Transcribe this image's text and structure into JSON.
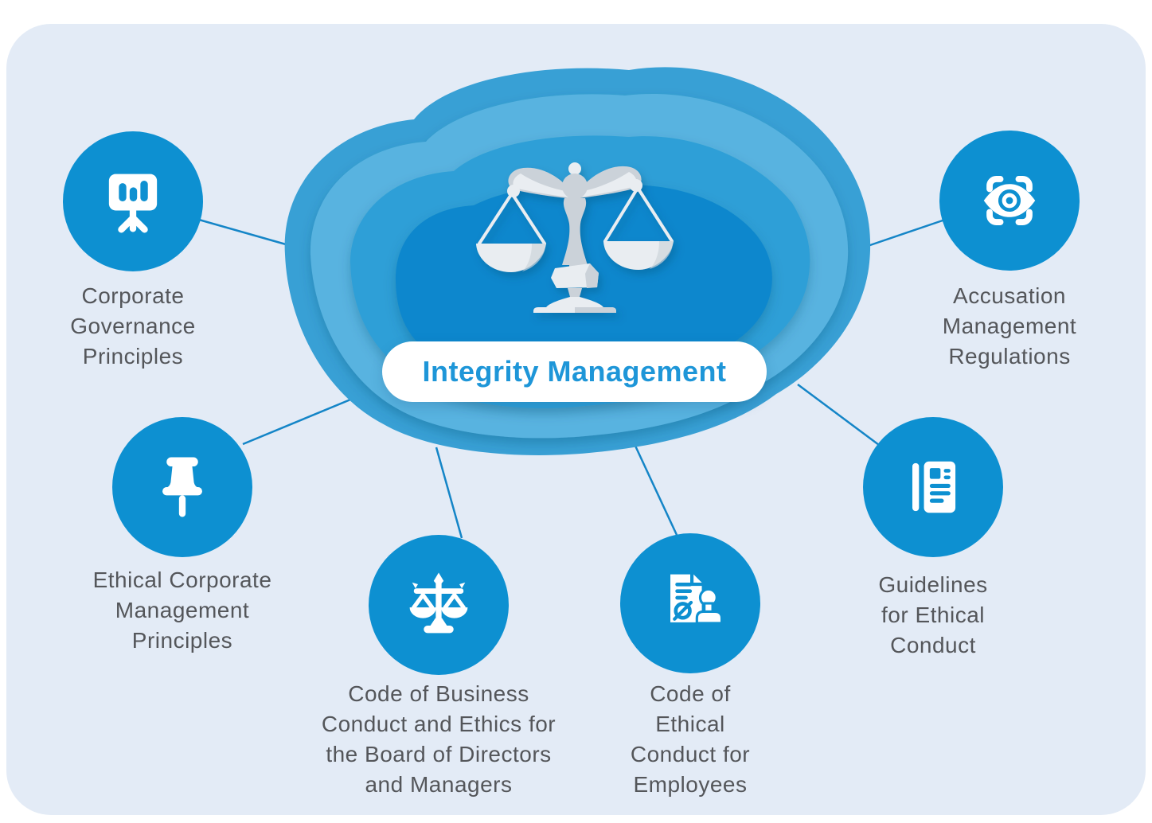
{
  "title": "Integrity Management",
  "colors": {
    "page_bg": "#ffffff",
    "panel_bg": "#e3ebf6",
    "node_circle": "#0d90d1",
    "icon_blue": "#0d90d1",
    "connector": "#1485c7",
    "label_text": "#54565a",
    "title_text": "#1e96d8",
    "pill_bg": "#ffffff",
    "blob_outer": "#38a0d5",
    "blob_light": "#58b3e0",
    "blob_mid": "#2f9fd7",
    "blob_core": "#1187cd",
    "scale_light": "#e9edf1",
    "scale_mid": "#cbd2d9"
  },
  "nodes": [
    {
      "id": "corporate-governance-principles",
      "icon": "presentation-board-icon",
      "label_lines": [
        "Corporate",
        "Governance",
        "Principles"
      ]
    },
    {
      "id": "accusation-management-regulations",
      "icon": "eye-scan-icon",
      "label_lines": [
        "Accusation",
        "Management",
        "Regulations"
      ]
    },
    {
      "id": "ethical-corporate-management-principles",
      "icon": "pushpin-icon",
      "label_lines": [
        "Ethical Corporate",
        "Management",
        "Principles"
      ]
    },
    {
      "id": "code-of-business-conduct-and-ethics",
      "icon": "scales-icon",
      "label_lines": [
        "Code of Business",
        "Conduct and Ethics for",
        "the Board of Directors",
        "and Managers"
      ]
    },
    {
      "id": "code-of-ethical-conduct-for-employees",
      "icon": "stamp-document-icon",
      "label_lines": [
        "Code of",
        "Ethical",
        "Conduct for",
        "Employees"
      ]
    },
    {
      "id": "guidelines-for-ethical-conduct",
      "icon": "newspaper-icon",
      "label_lines": [
        "Guidelines",
        "for Ethical",
        "Conduct"
      ]
    }
  ]
}
